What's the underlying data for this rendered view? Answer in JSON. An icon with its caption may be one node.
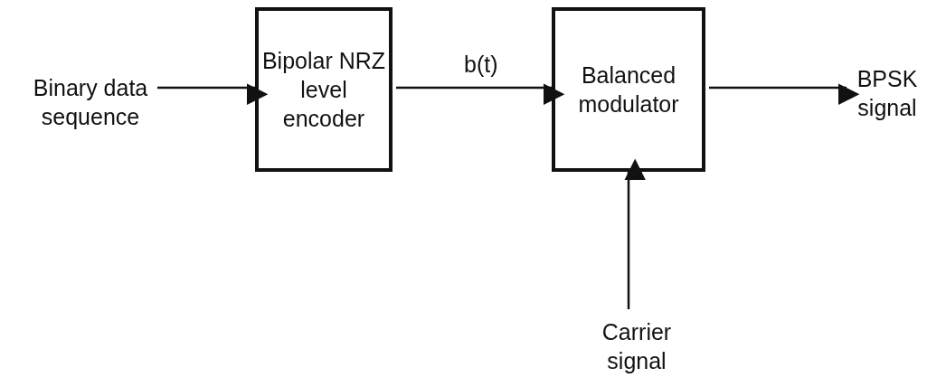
{
  "diagram": {
    "nodes": [
      {
        "text": [
          "Binary data sequence"
        ]
      },
      {
        "text": [
          "Bipolar NRZ level encoder"
        ]
      },
      {
        "text": [
          "Balanced modulator"
        ]
      },
      {
        "text": [
          "BPSK signal"
        ]
      },
      {
        "text": [
          "Carrier signal"
        ]
      }
    ],
    "edges": [
      {
        "from": 0,
        "to": 1,
        "arrow": "to"
      },
      {
        "from": 1,
        "to": 2,
        "arrow": "to",
        "label": "b(t)"
      },
      {
        "from": 2,
        "to": 3,
        "arrow": "to"
      },
      {
        "from": 4,
        "to": 2,
        "arrow": "to"
      }
    ]
  }
}
